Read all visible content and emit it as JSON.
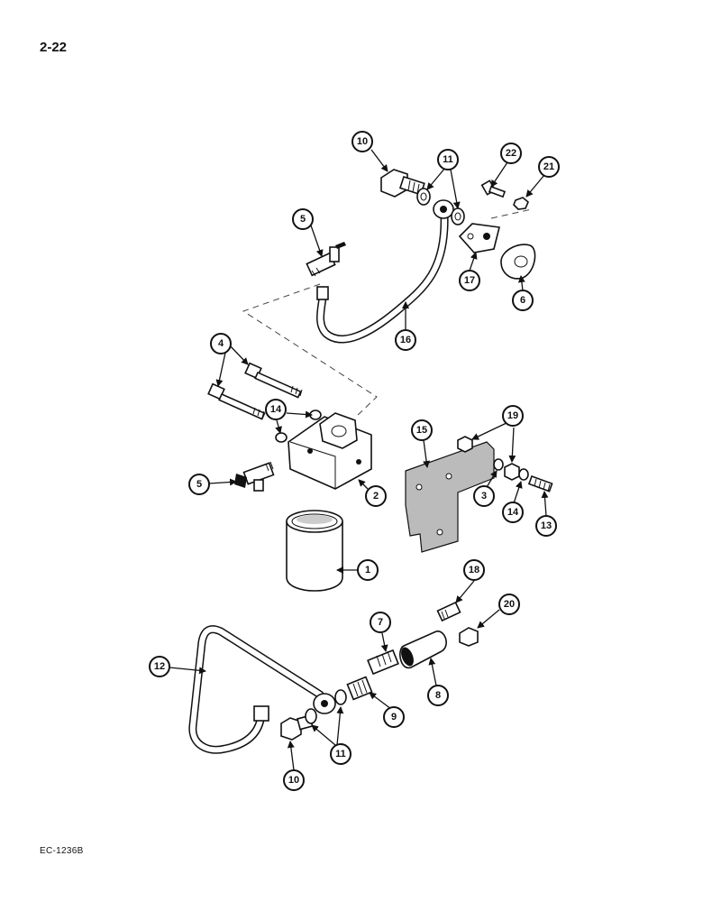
{
  "page": {
    "number": "2-22",
    "code": "EC-1236B"
  },
  "callouts": [
    "10",
    "11",
    "22",
    "21",
    "5",
    "17",
    "6",
    "16",
    "4",
    "14",
    "19",
    "15",
    "2",
    "5",
    "3",
    "14",
    "13",
    "1",
    "18",
    "20",
    "7",
    "12",
    "8",
    "9",
    "11",
    "10"
  ]
}
